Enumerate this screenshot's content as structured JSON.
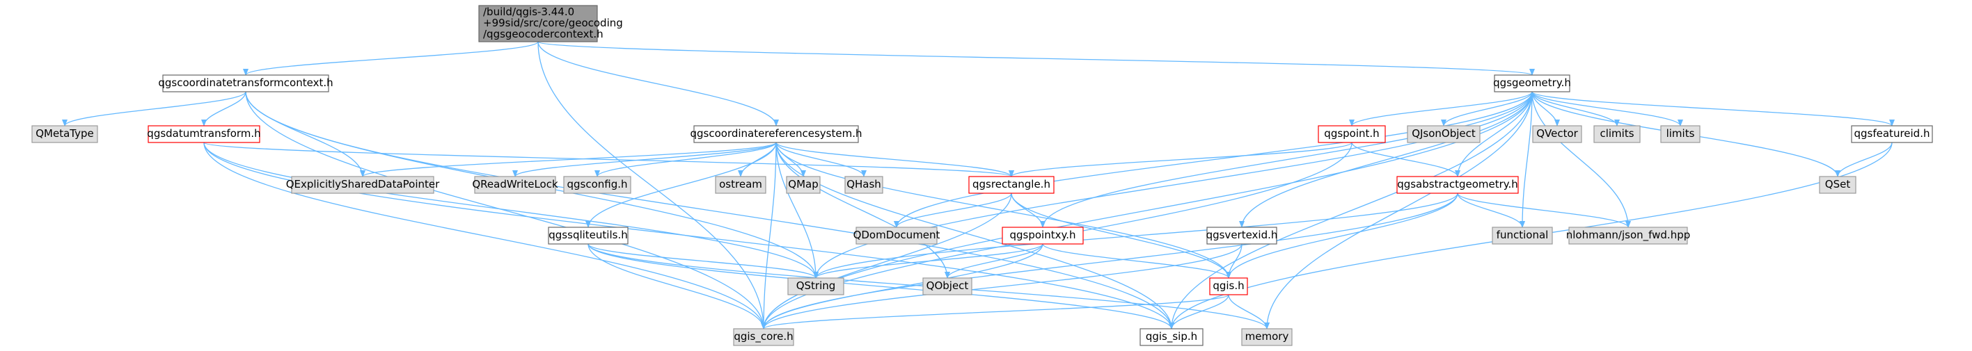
{
  "colors": {
    "edge": "#63b8ff",
    "root_fill": "#999999",
    "root_border": "#666666",
    "doc_fill": "#ffffff",
    "doc_border": "#666666",
    "partial_border": "#ff0000",
    "external_fill": "#e0e0e0",
    "external_border": "#999999"
  },
  "nodes": [
    {
      "id": "root",
      "lines": [
        "/build/qgis-3.44.0",
        "+99sid/src/core/geocoding",
        "/qgsgeocodercontext.h"
      ],
      "kind": "root"
    },
    {
      "id": "ctc",
      "lines": [
        "qgscoordinatetransformcontext.h"
      ],
      "kind": "doc"
    },
    {
      "id": "crs",
      "lines": [
        "qgscoordinatereferencesystem.h"
      ],
      "kind": "doc"
    },
    {
      "id": "geom",
      "lines": [
        "qgsgeometry.h"
      ],
      "kind": "doc"
    },
    {
      "id": "qmetatype",
      "lines": [
        "QMetaType"
      ],
      "kind": "external"
    },
    {
      "id": "datum",
      "lines": [
        "qgsdatumtransform.h"
      ],
      "kind": "partial"
    },
    {
      "id": "qesdp",
      "lines": [
        "QExplicitlySharedDataPointer"
      ],
      "kind": "external"
    },
    {
      "id": "qrwl",
      "lines": [
        "QReadWriteLock"
      ],
      "kind": "external"
    },
    {
      "id": "qgsconfig",
      "lines": [
        "qgsconfig.h"
      ],
      "kind": "external"
    },
    {
      "id": "ostream",
      "lines": [
        "ostream"
      ],
      "kind": "external"
    },
    {
      "id": "qmap",
      "lines": [
        "QMap"
      ],
      "kind": "external"
    },
    {
      "id": "qhash",
      "lines": [
        "QHash"
      ],
      "kind": "external"
    },
    {
      "id": "rect",
      "lines": [
        "qgsrectangle.h"
      ],
      "kind": "partial"
    },
    {
      "id": "point",
      "lines": [
        "qgspoint.h"
      ],
      "kind": "partial"
    },
    {
      "id": "qjson",
      "lines": [
        "QJsonObject"
      ],
      "kind": "external"
    },
    {
      "id": "qvector",
      "lines": [
        "QVector"
      ],
      "kind": "external"
    },
    {
      "id": "climits",
      "lines": [
        "climits"
      ],
      "kind": "external"
    },
    {
      "id": "limits",
      "lines": [
        "limits"
      ],
      "kind": "external"
    },
    {
      "id": "featid",
      "lines": [
        "qgsfeatureid.h"
      ],
      "kind": "doc"
    },
    {
      "id": "absgeom",
      "lines": [
        "qgsabstractgeometry.h"
      ],
      "kind": "partial"
    },
    {
      "id": "qset",
      "lines": [
        "QSet"
      ],
      "kind": "external"
    },
    {
      "id": "sqlite",
      "lines": [
        "qgssqliteutils.h"
      ],
      "kind": "doc"
    },
    {
      "id": "qdom",
      "lines": [
        "QDomDocument"
      ],
      "kind": "external"
    },
    {
      "id": "pointxy",
      "lines": [
        "qgspointxy.h"
      ],
      "kind": "partial"
    },
    {
      "id": "vertexid",
      "lines": [
        "qgsvertexid.h"
      ],
      "kind": "doc"
    },
    {
      "id": "functional",
      "lines": [
        "functional"
      ],
      "kind": "external"
    },
    {
      "id": "nlohmann",
      "lines": [
        "nlohmann/json_fwd.hpp"
      ],
      "kind": "external"
    },
    {
      "id": "qstring",
      "lines": [
        "QString"
      ],
      "kind": "external"
    },
    {
      "id": "qobject",
      "lines": [
        "QObject"
      ],
      "kind": "external"
    },
    {
      "id": "qgish",
      "lines": [
        "qgis.h"
      ],
      "kind": "partial"
    },
    {
      "id": "qgiscore",
      "lines": [
        "qgis_core.h"
      ],
      "kind": "external"
    },
    {
      "id": "qgissip",
      "lines": [
        "qgis_sip.h"
      ],
      "kind": "doc"
    },
    {
      "id": "memory",
      "lines": [
        "memory"
      ],
      "kind": "external"
    }
  ],
  "edges": [
    [
      "root",
      "ctc"
    ],
    [
      "root",
      "crs"
    ],
    [
      "root",
      "geom"
    ],
    [
      "root",
      "qgiscore"
    ],
    [
      "ctc",
      "qmetatype"
    ],
    [
      "ctc",
      "datum"
    ],
    [
      "ctc",
      "qesdp"
    ],
    [
      "ctc",
      "qgiscore"
    ],
    [
      "ctc",
      "qgissip"
    ],
    [
      "ctc",
      "qstring"
    ],
    [
      "datum",
      "rect"
    ],
    [
      "datum",
      "qgiscore"
    ],
    [
      "datum",
      "qgissip"
    ],
    [
      "datum",
      "qstring"
    ],
    [
      "crs",
      "qesdp"
    ],
    [
      "crs",
      "qrwl"
    ],
    [
      "crs",
      "qgsconfig"
    ],
    [
      "crs",
      "ostream"
    ],
    [
      "crs",
      "qmap"
    ],
    [
      "crs",
      "qhash"
    ],
    [
      "crs",
      "rect"
    ],
    [
      "crs",
      "sqlite"
    ],
    [
      "crs",
      "qgiscore"
    ],
    [
      "crs",
      "qgissip"
    ],
    [
      "crs",
      "qstring"
    ],
    [
      "crs",
      "qobject"
    ],
    [
      "crs",
      "qgish"
    ],
    [
      "geom",
      "point"
    ],
    [
      "geom",
      "qjson"
    ],
    [
      "geom",
      "qvector"
    ],
    [
      "geom",
      "climits"
    ],
    [
      "geom",
      "limits"
    ],
    [
      "geom",
      "featid"
    ],
    [
      "geom",
      "qset"
    ],
    [
      "geom",
      "absgeom"
    ],
    [
      "geom",
      "pointxy"
    ],
    [
      "geom",
      "vertexid"
    ],
    [
      "geom",
      "functional"
    ],
    [
      "geom",
      "nlohmann"
    ],
    [
      "geom",
      "qdom"
    ],
    [
      "geom",
      "qstring"
    ],
    [
      "geom",
      "qgiscore"
    ],
    [
      "geom",
      "qgissip"
    ],
    [
      "geom",
      "memory"
    ],
    [
      "point",
      "rect"
    ],
    [
      "point",
      "absgeom"
    ],
    [
      "point",
      "qgiscore"
    ],
    [
      "featid",
      "qset"
    ],
    [
      "featid",
      "qgissip"
    ],
    [
      "absgeom",
      "functional"
    ],
    [
      "absgeom",
      "nlohmann"
    ],
    [
      "absgeom",
      "qgish"
    ],
    [
      "absgeom",
      "qgiscore"
    ],
    [
      "absgeom",
      "qstring"
    ],
    [
      "rect",
      "qdom"
    ],
    [
      "rect",
      "pointxy"
    ],
    [
      "rect",
      "qgiscore"
    ],
    [
      "rect",
      "qgish"
    ],
    [
      "pointxy",
      "qstring"
    ],
    [
      "pointxy",
      "qobject"
    ],
    [
      "pointxy",
      "qgish"
    ],
    [
      "pointxy",
      "qgiscore"
    ],
    [
      "vertexid",
      "qgish"
    ],
    [
      "vertexid",
      "qgiscore"
    ],
    [
      "sqlite",
      "qstring"
    ],
    [
      "sqlite",
      "qgiscore"
    ],
    [
      "sqlite",
      "qgissip"
    ],
    [
      "sqlite",
      "memory"
    ],
    [
      "qgish",
      "qgiscore"
    ],
    [
      "qgish",
      "qgissip"
    ],
    [
      "qgish",
      "memory"
    ]
  ]
}
